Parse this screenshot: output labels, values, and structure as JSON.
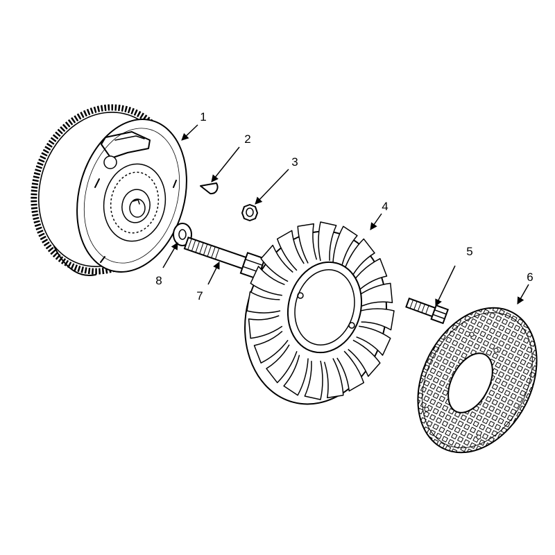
{
  "diagram": {
    "ink_color": "#000000",
    "background_color": "#ffffff",
    "parts": [
      {
        "number": "1",
        "shape": "flywheel-ring-gear"
      },
      {
        "number": "2",
        "shape": "woodruff-key"
      },
      {
        "number": "3",
        "shape": "nut"
      },
      {
        "number": "4",
        "shape": "cooling-fan"
      },
      {
        "number": "5",
        "shape": "screw"
      },
      {
        "number": "6",
        "shape": "rotating-screen"
      },
      {
        "number": "7",
        "shape": "bolt"
      },
      {
        "number": "8",
        "shape": "washer"
      }
    ]
  }
}
